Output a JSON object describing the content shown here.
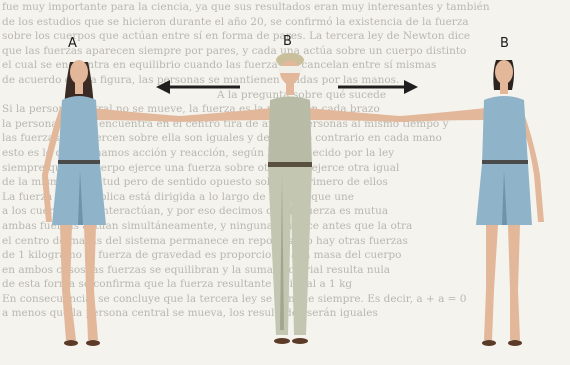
{
  "background_text": [
    "fue muy importante para la ciencia, ya que sus resultados eran muy interesantes y también",
    "de los estudios que se hicieron durante el año 20, se confirmó la existencia de la fuerza",
    "sobre los cuerpos que actúan entre sí en forma de pares. La tercera ley de Newton dice",
    "que las fuerzas aparecen siempre por pares, y cada una actúa sobre un cuerpo distinto",
    "el cual se encuentra en equilibrio cuando las fuerzas se cancelan entre sí mismas",
    "de acuerdo con la figura, las personas se mantienen unidas por las manos.",
    "A la pregunta sobre qué sucede",
    "Si la persona central no se mueve, la fuerza es la misma en cada brazo",
    "la persona que se encuentra en el centro tira de ambas personas al mismo tiempo y",
    "las fuerzas que ejercen sobre ella son iguales y de sentido contrario en cada mano",
    "esto es lo que llamamos acción y reacción, según lo establecido por la ley",
    "siempre que un cuerpo ejerce una fuerza sobre otro, este ejerce otra igual",
    "de la misma magnitud pero de sentido opuesto sobre el primero de ellos",
    "La fuerza que se aplica está dirigida a lo largo de la línea que une",
    "a los cuerpos que interactúan, y por eso decimos que la fuerza es mutua",
    "ambas fuerzas actúan simultáneamente, y ninguna aparece antes que la otra",
    "el centro de masas del sistema permanece en reposo si no hay otras fuerzas",
    "de 1 kilogramo la fuerza de gravedad es proporcional a la masa del cuerpo",
    "en ambos casos las fuerzas se equilibran y la suma vectorial resulta nula",
    "de esta forma se confirma que la fuerza resultante es igual a 1 kg",
    "En consecuencia, se concluye que la tercera ley se cumple siempre. Es decir, a + a = 0",
    "a menos que la persona central se mueva, los resultados serán iguales"
  ],
  "labels": {
    "left": "A",
    "center": "B",
    "right": "B"
  },
  "colors": {
    "dress": "#8fb3c9",
    "dress_shade": "#6f93ab",
    "skin": "#e2b79a",
    "skin_shade": "#c99579",
    "pants": "#c3c6b0",
    "top": "#b8bca6",
    "hair": "#3a2c24",
    "blindfold": "#efefe8",
    "cap": "#c9bf9a",
    "arrow": "#1f1f1f"
  }
}
